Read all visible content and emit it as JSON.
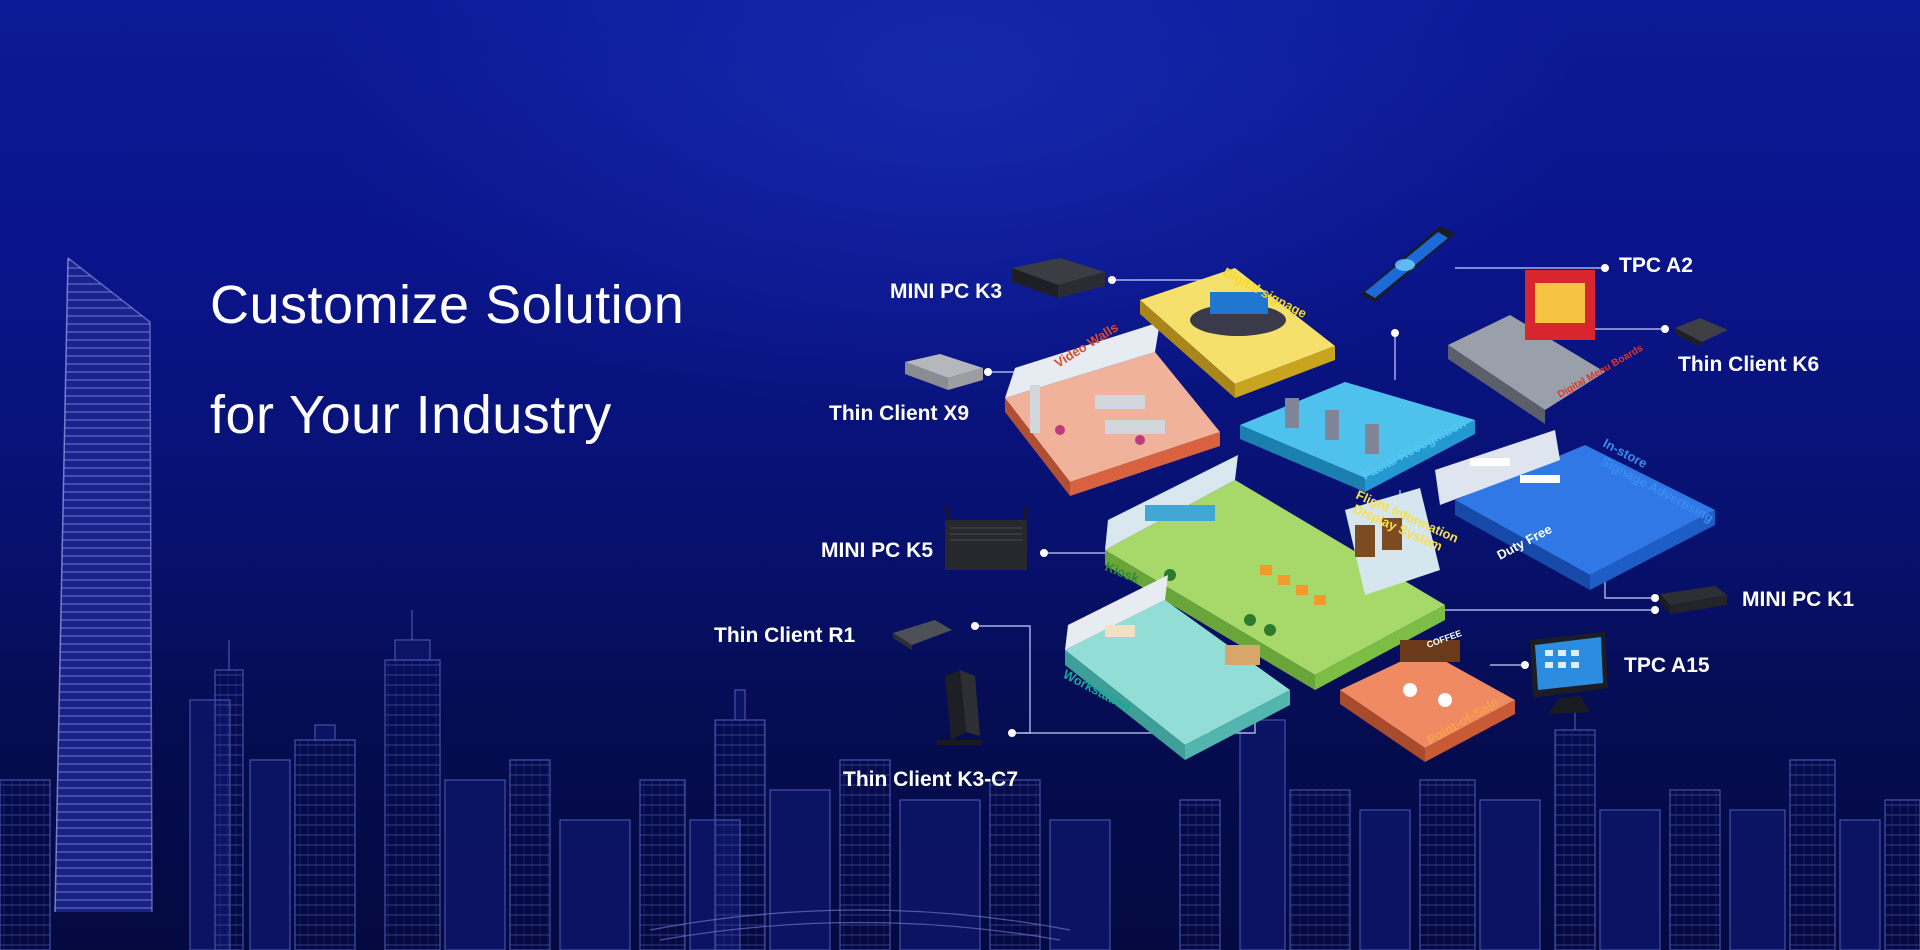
{
  "hero": {
    "headline_line1": "Customize Solution",
    "headline_line2": "for Your Industry"
  },
  "devices": [
    {
      "key": "minipc_k3",
      "label": "MINI PC K3"
    },
    {
      "key": "thin_client_x9",
      "label": "Thin Client X9"
    },
    {
      "key": "minipc_k5",
      "label": "MINI PC K5"
    },
    {
      "key": "thin_client_r1",
      "label": "Thin Client R1"
    },
    {
      "key": "thin_client_k3c7",
      "label": "Thin Client K3-C7"
    },
    {
      "key": "tpc_a2",
      "label": "TPC A2"
    },
    {
      "key": "thin_client_k6",
      "label": "Thin Client  K6"
    },
    {
      "key": "minipc_k1",
      "label": "MINI PC K1"
    },
    {
      "key": "tpc_a15",
      "label": "TPC A15"
    }
  ],
  "zones": {
    "digital_signage": "Digital signage",
    "video_walls": "Video Walls",
    "facial_recognition": "Facial Recognition",
    "digital_menu_boards": "Digital Menu Boards",
    "in_store_line1": "In-store",
    "in_store_line2": "Signage Advertising",
    "duty_free": "Duty Free",
    "flight_info_line1": "Flight Information",
    "flight_info_line2": "Display System",
    "kiosk": "Kiosk",
    "workstation": "Workstation",
    "point_of_sale": "Point-of-Sale",
    "coffee": "COFFEE"
  },
  "colors": {
    "background_top": "#0b1a96",
    "background_bottom": "#040940",
    "zone_orange": "#ef7a55",
    "zone_yellow": "#f3d437",
    "zone_lightblue": "#3fb6e6",
    "zone_green": "#9ed35a",
    "zone_teal": "#7fd6cf",
    "zone_blue": "#1f5fd9",
    "zone_grey": "#b9bcc4"
  }
}
